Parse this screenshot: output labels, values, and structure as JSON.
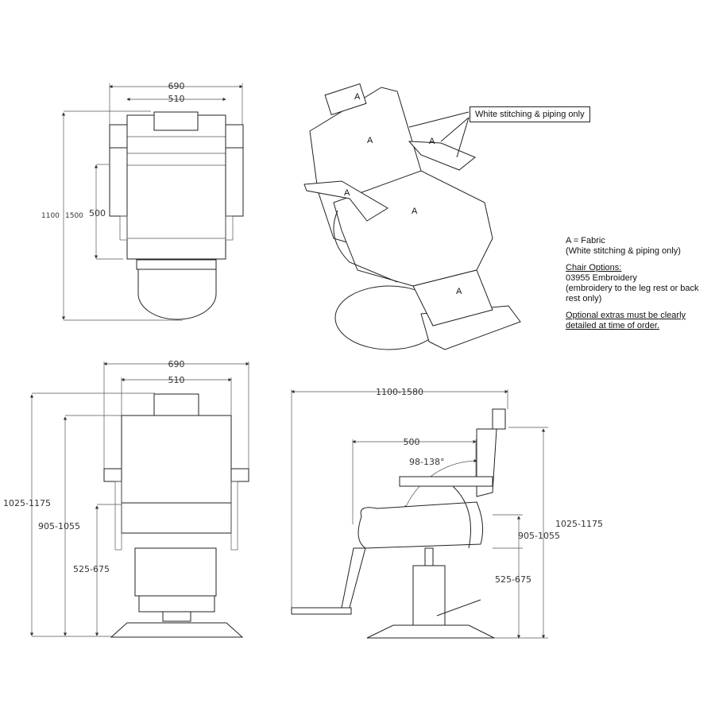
{
  "callout": "White stitching & piping only",
  "fabric_label": "A",
  "notes": {
    "fabric": "A = Fabric",
    "fabric_detail": "(White stitching & piping only)",
    "options_heading": "Chair Options:",
    "option_code": "03955 Embroidery",
    "option_detail": "(embroidery to the leg rest or back rest only)",
    "warning_line1": "Optional extras must be clearly",
    "warning_line2": "detailed at time of order."
  },
  "top_view": {
    "width_outer": "690",
    "width_inner": "510",
    "length_min": "1100",
    "length_max": "1500",
    "seat_depth": "500"
  },
  "front_view": {
    "width_outer": "690",
    "width_inner": "510",
    "height_total": "1025-1175",
    "height_arm": "905-1055",
    "height_seat": "525-675"
  },
  "side_view": {
    "length": "1100-1580",
    "seat_depth": "500",
    "recline_angle": "98-138°",
    "height_total": "1025-1175",
    "height_arm": "905-1055",
    "height_seat": "525-675"
  }
}
